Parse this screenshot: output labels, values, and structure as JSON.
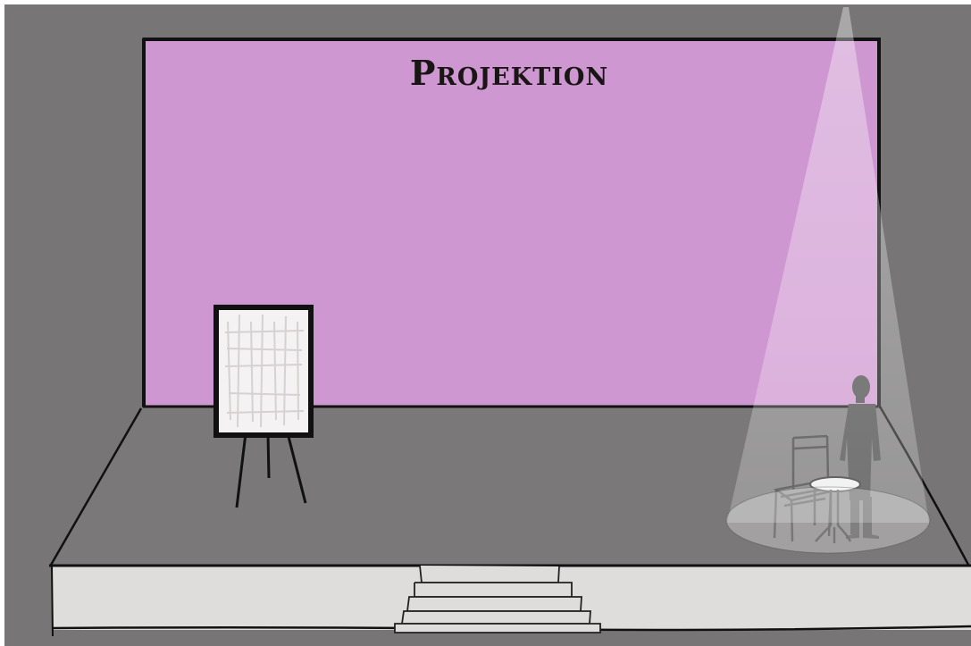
{
  "projection": {
    "title": "Projektion"
  },
  "colors": {
    "background": "#777575",
    "projection_screen": "#cf97d1",
    "stage_floor": "#7a7878",
    "stage_front": "#dfdcdc",
    "outline": "#111111",
    "spotlight": "#ffffff",
    "easel_board": "#f4f2f2"
  },
  "scene_elements": {
    "easel": "easel-with-board",
    "performer": "performer-silhouette",
    "chair": "chair",
    "table": "round-side-table",
    "stairs": "stage-stairs",
    "light": "spotlight-beam"
  }
}
